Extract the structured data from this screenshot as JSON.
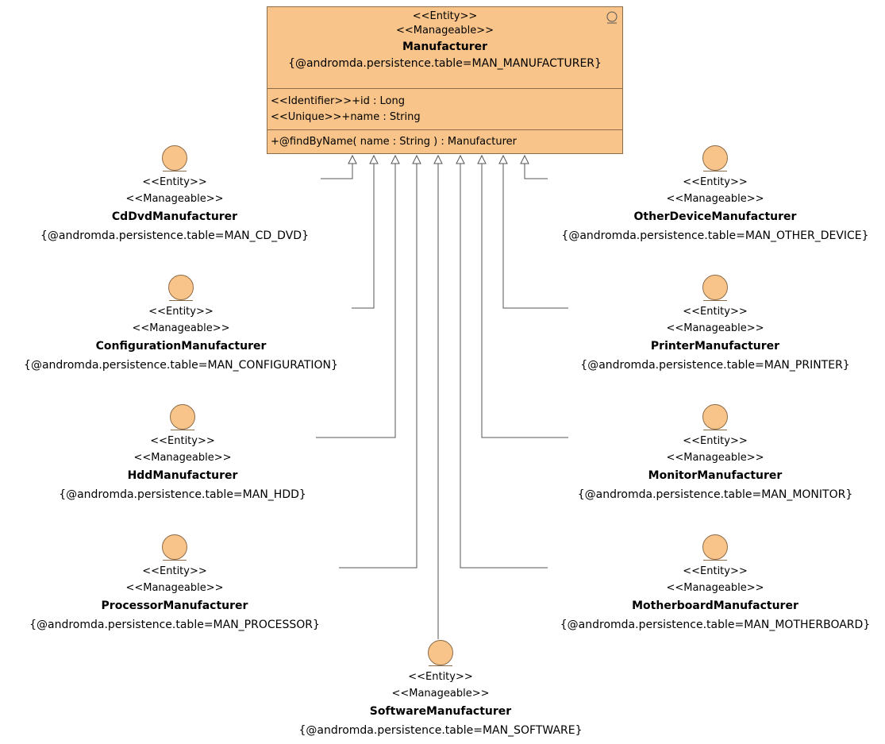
{
  "main": {
    "stereotype1": "<<Entity>>",
    "stereotype2": "<<Manageable>>",
    "name": "Manufacturer",
    "tagged": "{@andromda.persistence.table=MAN_MANUFACTURER}",
    "attr1": "<<Identifier>>+id : Long",
    "attr2": "<<Unique>>+name : String",
    "op1": "+@findByName( name : String ) : Manufacturer"
  },
  "entities": [
    {
      "stereotype1": "<<Entity>>",
      "stereotype2": "<<Manageable>>",
      "name": "CdDvdManufacturer",
      "tagged": "{@andromda.persistence.table=MAN_CD_DVD}"
    },
    {
      "stereotype1": "<<Entity>>",
      "stereotype2": "<<Manageable>>",
      "name": "ConfigurationManufacturer",
      "tagged": "{@andromda.persistence.table=MAN_CONFIGURATION}"
    },
    {
      "stereotype1": "<<Entity>>",
      "stereotype2": "<<Manageable>>",
      "name": "HddManufacturer",
      "tagged": "{@andromda.persistence.table=MAN_HDD}"
    },
    {
      "stereotype1": "<<Entity>>",
      "stereotype2": "<<Manageable>>",
      "name": "ProcessorManufacturer",
      "tagged": "{@andromda.persistence.table=MAN_PROCESSOR}"
    },
    {
      "stereotype1": "<<Entity>>",
      "stereotype2": "<<Manageable>>",
      "name": "SoftwareManufacturer",
      "tagged": "{@andromda.persistence.table=MAN_SOFTWARE}"
    },
    {
      "stereotype1": "<<Entity>>",
      "stereotype2": "<<Manageable>>",
      "name": "OtherDeviceManufacturer",
      "tagged": "{@andromda.persistence.table=MAN_OTHER_DEVICE}"
    },
    {
      "stereotype1": "<<Entity>>",
      "stereotype2": "<<Manageable>>",
      "name": "PrinterManufacturer",
      "tagged": "{@andromda.persistence.table=MAN_PRINTER}"
    },
    {
      "stereotype1": "<<Entity>>",
      "stereotype2": "<<Manageable>>",
      "name": "MonitorManufacturer",
      "tagged": "{@andromda.persistence.table=MAN_MONITOR}"
    },
    {
      "stereotype1": "<<Entity>>",
      "stereotype2": "<<Manageable>>",
      "name": "MotherboardManufacturer",
      "tagged": "{@andromda.persistence.table=MAN_MOTHERBOARD}"
    }
  ],
  "colors": {
    "fill": "#f8c48a",
    "stroke": "#8c6b48",
    "line": "#555555"
  }
}
